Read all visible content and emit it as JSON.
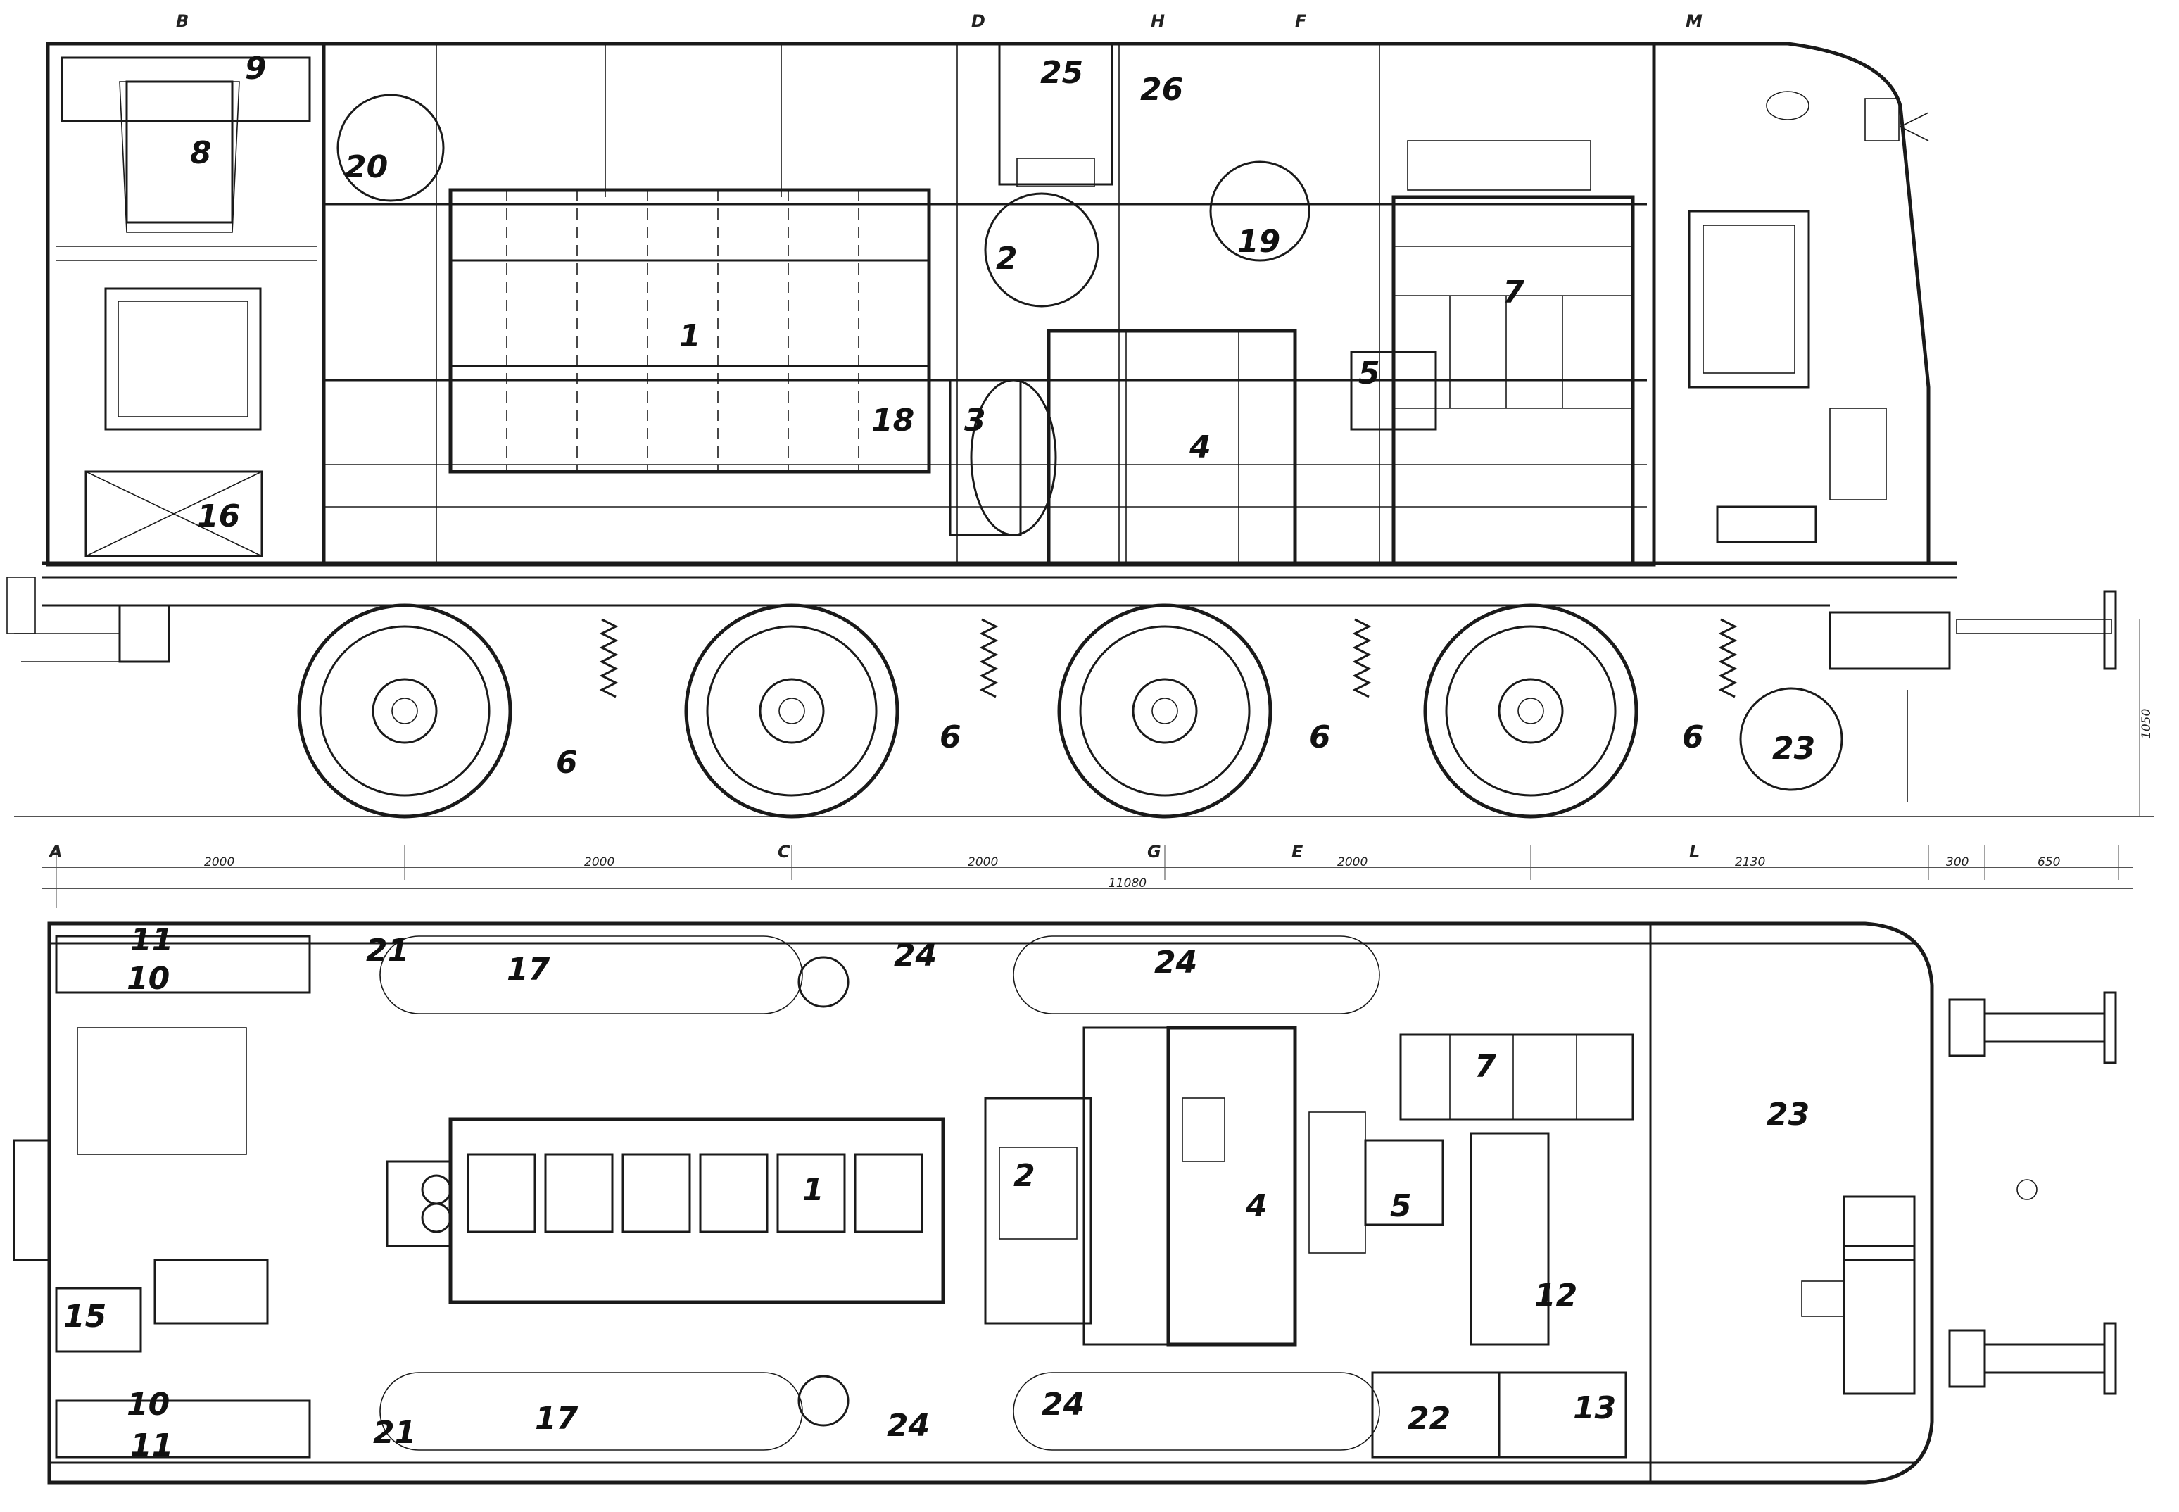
{
  "side_view_callouts": [
    "1",
    "2",
    "3",
    "4",
    "5",
    "6",
    "6",
    "6",
    "6",
    "7",
    "8",
    "9",
    "16",
    "18",
    "19",
    "20",
    "23",
    "25",
    "26"
  ],
  "plan_view_callouts": [
    "1",
    "2",
    "4",
    "5",
    "7",
    "10",
    "10",
    "11",
    "11",
    "12",
    "13",
    "15",
    "17",
    "17",
    "21",
    "21",
    "22",
    "23",
    "24",
    "24",
    "24",
    "24"
  ],
  "section_marks": [
    "B",
    "D",
    "H",
    "F",
    "M",
    "A",
    "C",
    "G",
    "E",
    "L"
  ],
  "dimensions": {
    "axle_spacing_1": "2000",
    "axle_spacing_2": "2000",
    "axle_spacing_3": "2000",
    "axle_spacing_4": "2000",
    "end_to_buffer": "2130",
    "buffer_a": "300",
    "buffer_b": "650",
    "overall_length": "11080",
    "buffer_height": "1050"
  },
  "colors": {
    "ink": "#1a1a1a",
    "paper": "#ffffff"
  }
}
